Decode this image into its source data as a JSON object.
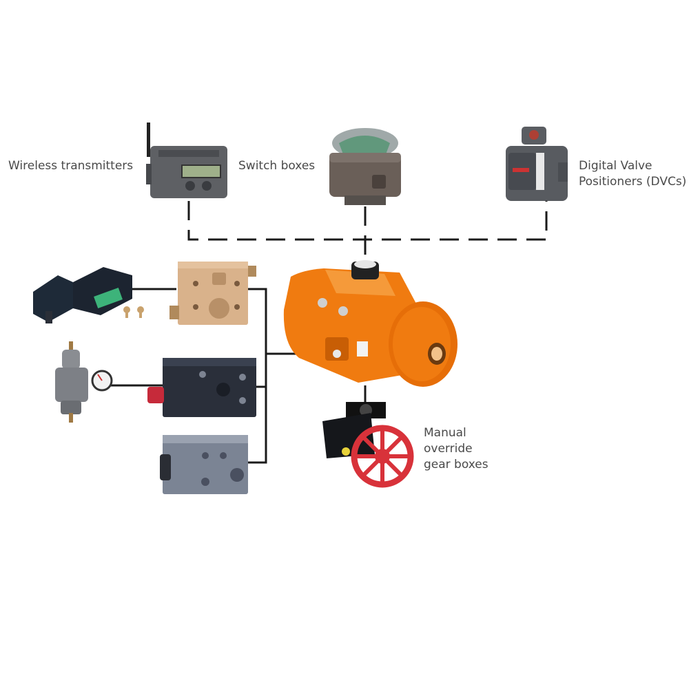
{
  "labels": {
    "wireless_transmitters": "Wireless transmitters",
    "switch_boxes": "Switch boxes",
    "dvc_line1": "Digital Valve",
    "dvc_line2": "Positioners (DVCs)",
    "gear_line1": "Manual",
    "gear_line2": "override",
    "gear_line3": "gear boxes"
  },
  "colors": {
    "actuator": "#f07b10",
    "actuator_dark": "#c85e05",
    "connector": "#1a1a1a",
    "label_text": "#4a4a4a",
    "handwheel": "#d8323a",
    "manifold": "#2a2f3a",
    "beige_block": "#d9b28b",
    "grey_block": "#7b8494",
    "device_grey": "#5e6064"
  }
}
